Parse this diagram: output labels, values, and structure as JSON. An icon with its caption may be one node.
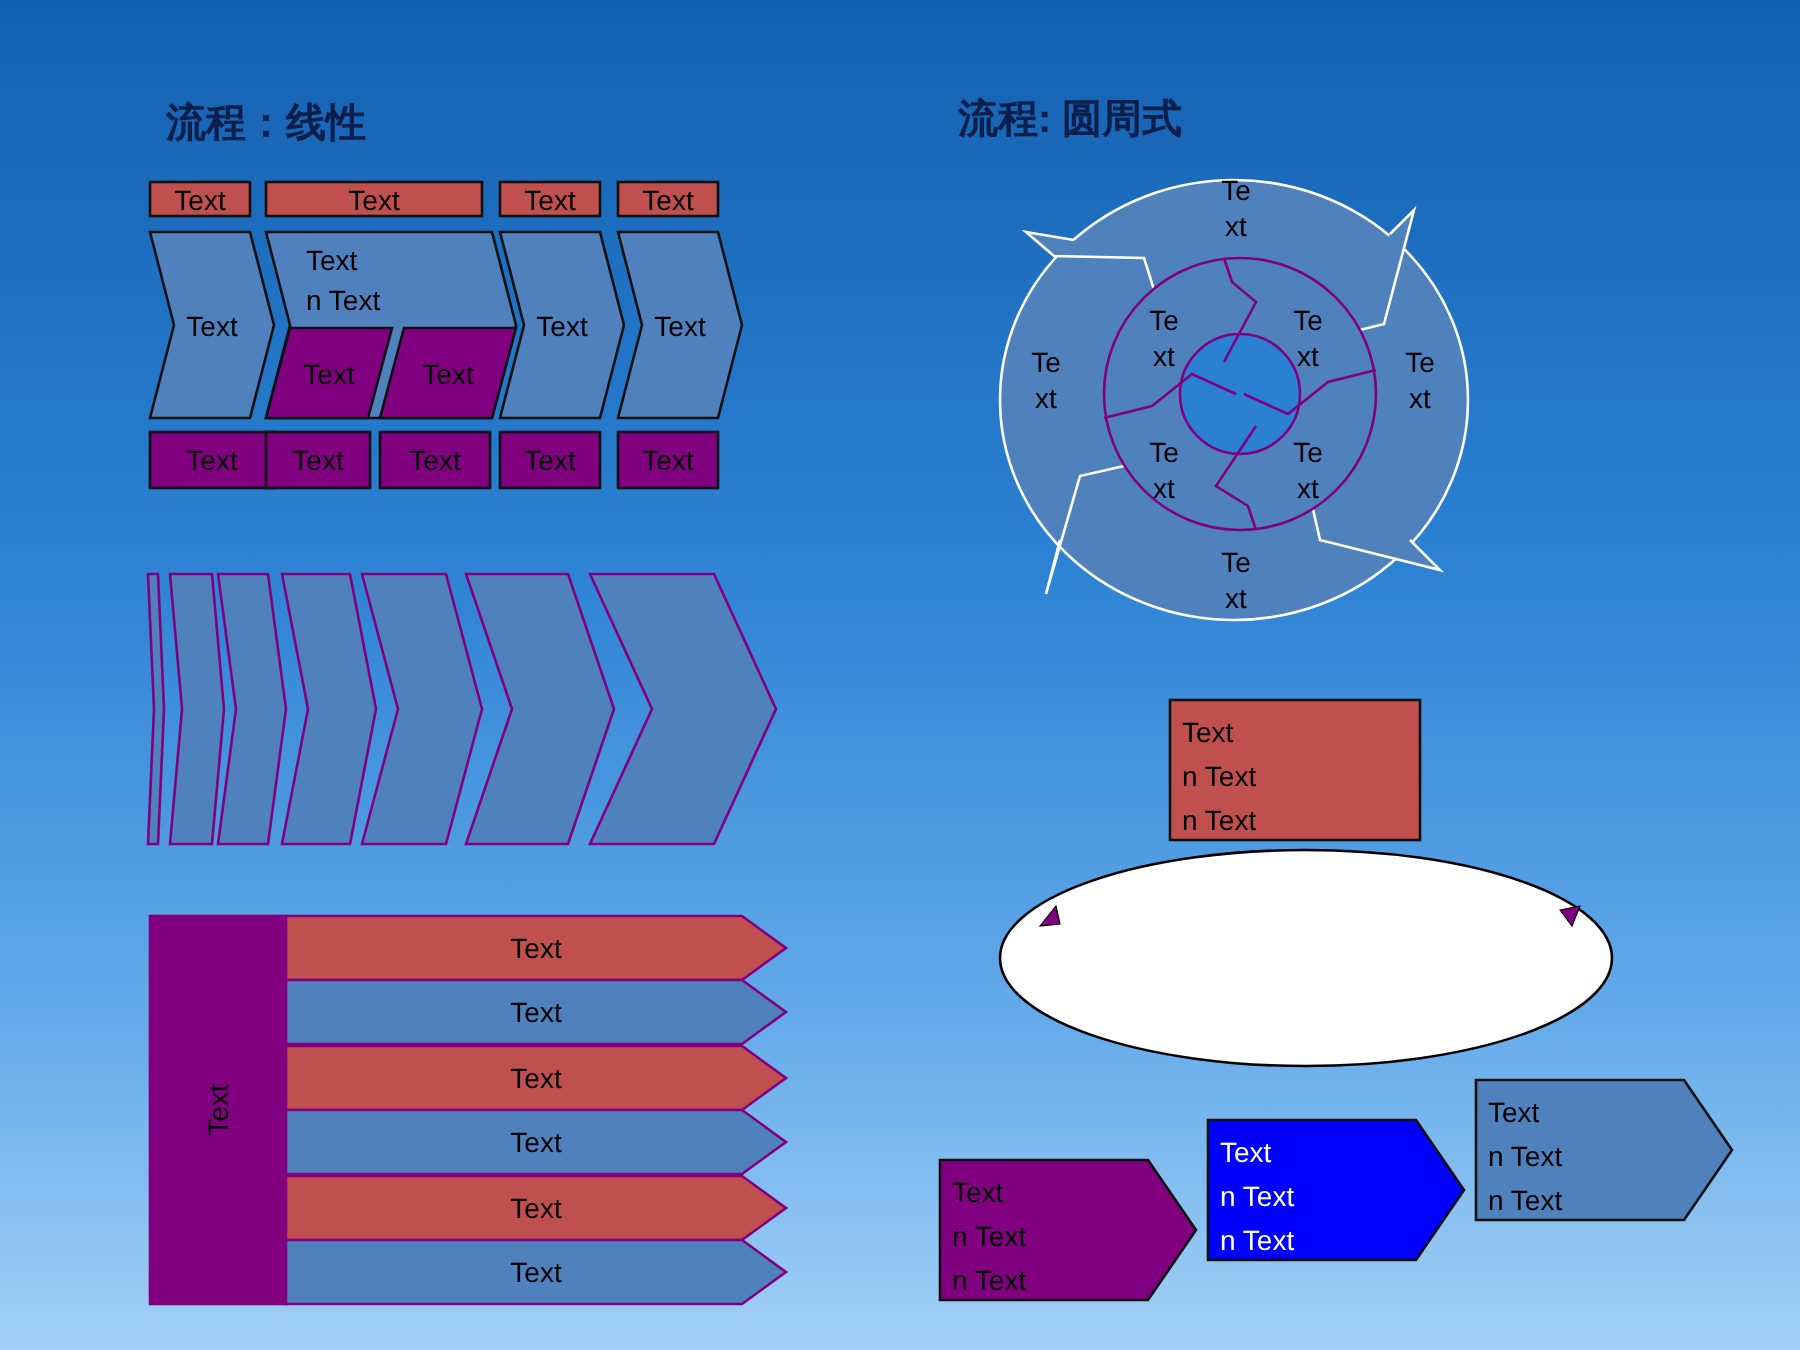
{
  "diagram": {
    "nodes": [
      {
        "text": [
          "Text"
        ]
      },
      {
        "text": [
          "Text"
        ]
      },
      {
        "text": [
          "Text"
        ]
      },
      {
        "text": [
          "Text"
        ]
      },
      {
        "text": [
          "Text"
        ]
      },
      {
        "text": [
          "Text",
          "n Text"
        ]
      },
      {
        "text": [
          "Text"
        ],
        "in": 5
      },
      {
        "text": [
          "Text"
        ],
        "in": 5
      },
      {
        "text": [
          "Text"
        ]
      },
      {
        "text": [
          "Text"
        ]
      },
      {
        "text": [
          "Text"
        ]
      },
      {
        "text": [
          "Text"
        ]
      },
      {
        "text": [
          "Text"
        ]
      },
      {
        "text": [
          "Text"
        ]
      },
      {
        "text": [
          "Text"
        ]
      },
      {
        "text": [],
        "shape": "chevron"
      },
      {
        "text": [],
        "shape": "chevron"
      },
      {
        "text": [],
        "shape": "chevron"
      },
      {
        "text": [],
        "shape": "chevron"
      },
      {
        "text": [],
        "shape": "chevron"
      },
      {
        "text": [],
        "shape": "chevron"
      },
      {
        "text": [],
        "shape": "chevron"
      },
      {
        "text": [
          "Text"
        ]
      },
      {
        "text": [
          "Text"
        ]
      },
      {
        "text": [
          "Text"
        ]
      },
      {
        "text": [
          "Text"
        ]
      },
      {
        "text": [
          "Text"
        ]
      },
      {
        "text": [
          "Text"
        ]
      },
      {
        "text": [
          "Text"
        ]
      },
      {
        "text": [
          "Te xt",
          "Te xt",
          "Te xt",
          "Te xt"
        ]
      },
      {
        "text": [
          "Te xt",
          "Te xt",
          "Te xt",
          "Te xt"
        ],
        "in": 29
      },
      {
        "text": [],
        "shape": "ellipse"
      },
      {
        "text": [
          "Text",
          "n Text",
          "n Text"
        ]
      },
      {
        "text": [
          "Text",
          "n Text",
          "n Text"
        ]
      },
      {
        "text": [
          "Text",
          "n Text",
          "n Text"
        ]
      },
      {
        "text": [
          "Text",
          "n Text",
          "n Text"
        ]
      }
    ],
    "labels": [
      "流程：线性",
      "流程: 圆周式"
    ]
  }
}
